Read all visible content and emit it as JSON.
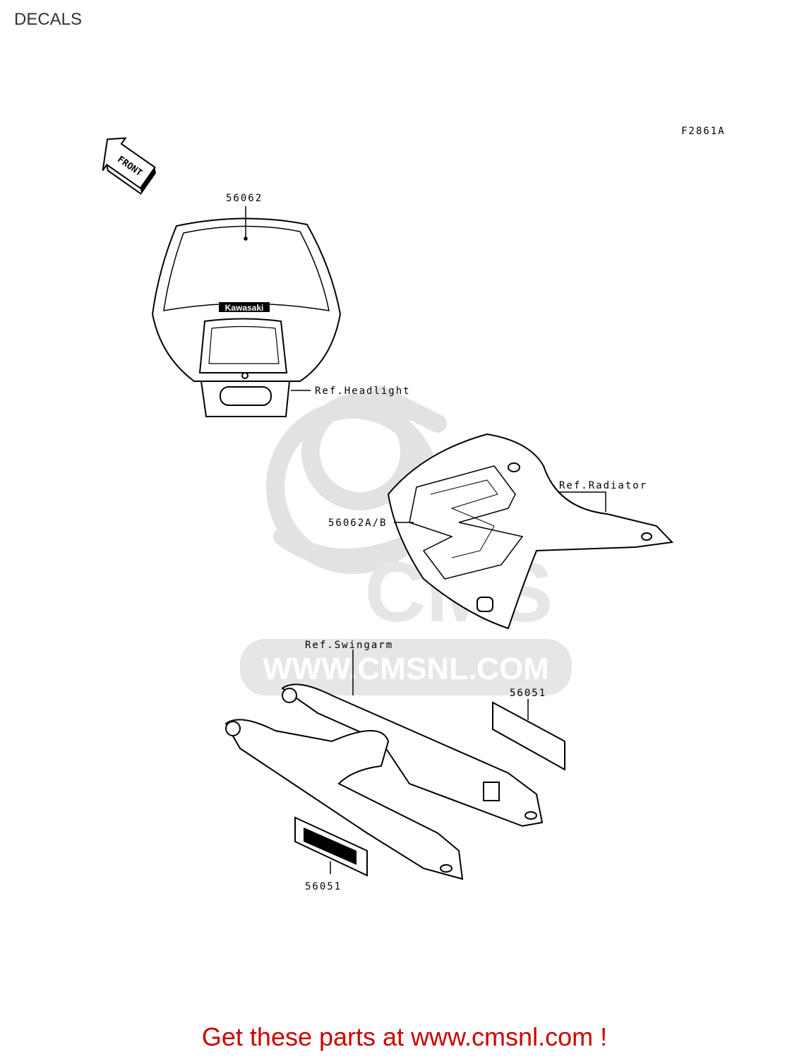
{
  "page": {
    "title": "DECALS"
  },
  "diagram": {
    "figure_code": "F2861A",
    "front_arrow": "FRONT",
    "headlight_brand": "Kawasaki",
    "watermark": {
      "site": "WWW.CMSNL.COM",
      "logo_text": "CMS"
    },
    "callouts": {
      "part_56062": "56062",
      "ref_headlight": "Ref.Headlight",
      "ref_radiator": "Ref.Radiator",
      "part_56062ab": "56062A/B",
      "ref_swingarm": "Ref.Swingarm",
      "part_56051_right": "56051",
      "part_56051_bottom": "56051"
    }
  },
  "footer": {
    "text_before": "Get these parts at ",
    "link": "www.cmsnl.com",
    "text_after": " !"
  },
  "colors": {
    "footer": "#cc0000",
    "watermark": "#dddddd",
    "title": "#333333"
  }
}
